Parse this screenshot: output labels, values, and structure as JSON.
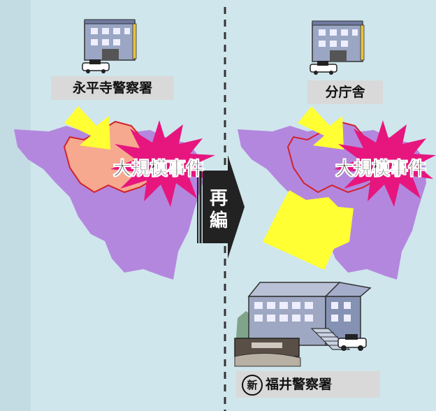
{
  "labels": {
    "old_station": "永平寺警察署",
    "branch_office": "分庁舎",
    "new_mark": "新",
    "new_station": "福井警察署",
    "incident_left": "大規模事件",
    "incident_right": "大規模事件",
    "arrow_char_1": "再",
    "arrow_char_2": "編"
  },
  "colors": {
    "background": "#cfe6ec",
    "left_strip": "#c3dce3",
    "jurisdiction": "#b487de",
    "old_area": "#f6a98f",
    "area_border": "#d2222b",
    "burst": "#e6167e",
    "yellow_arrow": "#ffff33",
    "label_box": "#d9d9d9",
    "divider": "#333333",
    "center_arrow": "#222222"
  },
  "icons": [
    "police-station-building-icon",
    "police-car-icon",
    "starburst-icon",
    "arrow-right-icon"
  ]
}
